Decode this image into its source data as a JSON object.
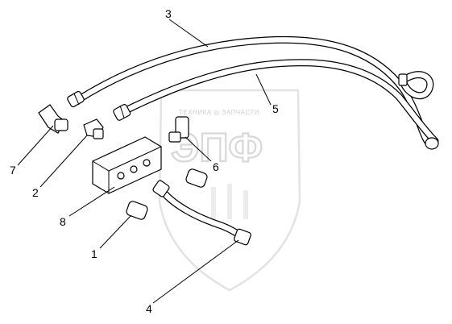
{
  "watermark": {
    "caption": "ТЕХНИКА ◎ ЗАПЧАСТИ",
    "letters": "ЭПФ"
  },
  "callouts": [
    {
      "id": "1",
      "text": "1"
    },
    {
      "id": "2",
      "text": "2"
    },
    {
      "id": "3",
      "text": "3"
    },
    {
      "id": "4",
      "text": "4"
    },
    {
      "id": "5",
      "text": "5"
    },
    {
      "id": "6",
      "text": "6"
    },
    {
      "id": "7",
      "text": "7"
    },
    {
      "id": "8",
      "text": "8"
    }
  ]
}
